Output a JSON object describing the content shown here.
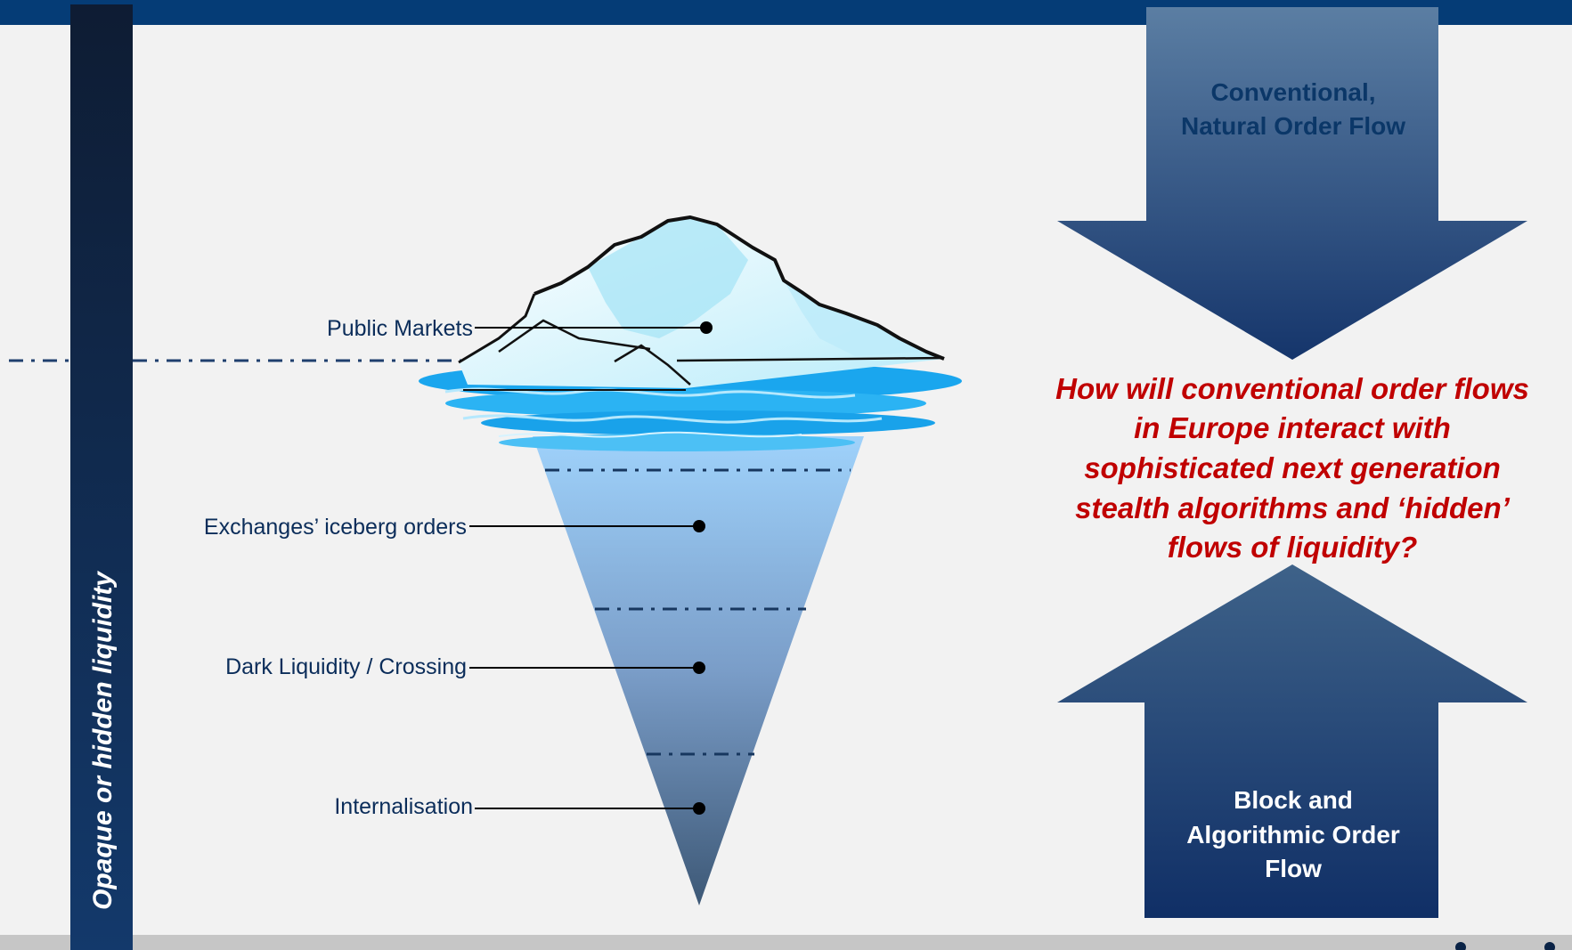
{
  "sidebar": {
    "label": "Opaque or hidden liquidity"
  },
  "layers": [
    {
      "label": "Public Markets"
    },
    {
      "label": "Exchanges’ iceberg orders"
    },
    {
      "label": "Dark Liquidity / Crossing"
    },
    {
      "label": "Internalisation"
    }
  ],
  "arrows": {
    "top": {
      "line1": "Conventional,",
      "line2": "Natural Order Flow"
    },
    "bottom": {
      "line1": "Block and",
      "line2": "Algorithmic Order",
      "line3": "Flow"
    }
  },
  "question": {
    "line1": "How will conventional order flows",
    "line2": "in Europe interact with",
    "line3": "sophisticated next generation",
    "line4": "stealth algorithms and ‘hidden’",
    "line5": "flows of liquidity?"
  },
  "colors": {
    "header": "#053c76",
    "sidebar": "#0a2346",
    "question": "#c00000",
    "water": "#1aa6ee",
    "arrow": "#1c4279"
  }
}
